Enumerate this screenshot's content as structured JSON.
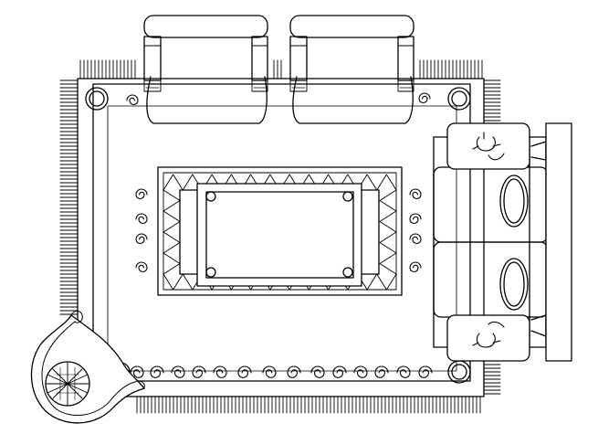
{
  "drawing": {
    "kind": "furniture floor plan",
    "stroke_color": "#000000",
    "background_color": "#ffffff",
    "elements": [
      "rug",
      "armchair-left",
      "armchair-right",
      "coffee-table",
      "sofa",
      "side-table-top",
      "side-table-bottom",
      "cushion-top",
      "cushion-bottom",
      "console-table",
      "lounge-chair",
      "floor-cushion"
    ]
  }
}
